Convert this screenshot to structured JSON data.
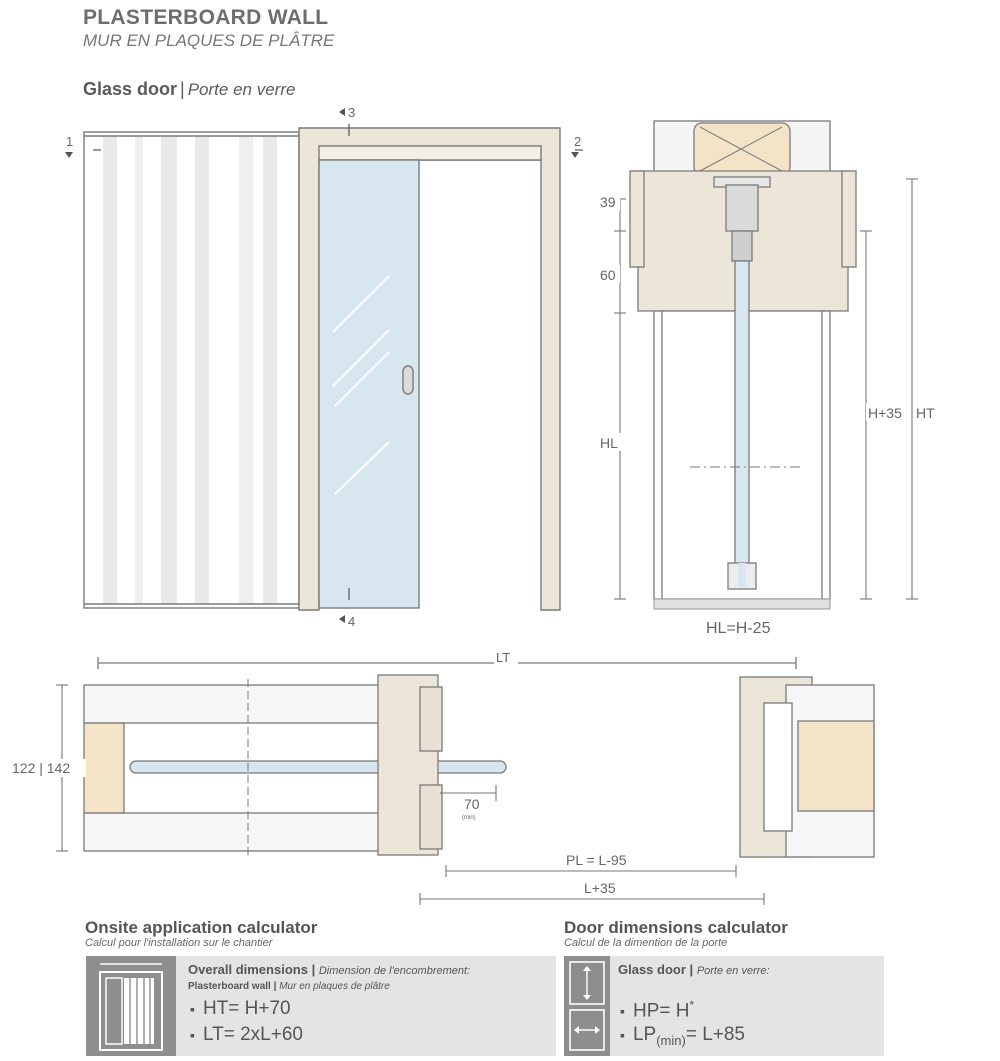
{
  "header": {
    "title": "PLASTERBOARD WALL",
    "subtitle": "MUR EN PLAQUES DE PLÂTRE"
  },
  "section": {
    "title": "Glass door",
    "separator": "|",
    "subtitle": "Porte en verre"
  },
  "elevation": {
    "marker_1": "1",
    "marker_2": "2",
    "marker_3": "3",
    "marker_4": "4"
  },
  "section_view": {
    "dim_39": "39",
    "dim_60": "60",
    "dim_hl": "HL",
    "dim_h35": "H+35",
    "dim_ht": "HT",
    "bottom_label": "HL=H-25"
  },
  "plan_view": {
    "dim_lt": "LT",
    "dim_depth": "122 | 142",
    "dim_70": "70",
    "dim_70_note": "(min)",
    "dim_pl": "PL = L-95",
    "dim_l35": "L+35"
  },
  "calc_onsite": {
    "title": "Onsite application calculator",
    "subtitle": "Calcul pour l'installation sur le chantier",
    "panel_title": "Overall dimensions",
    "panel_sep": "|",
    "panel_title_fr": "Dimension de l'encombrement:",
    "panel_line2": "Plasterboard wall",
    "panel_line2_sep": "|",
    "panel_line2_fr": "Mur en plaques de plâtre",
    "bullet": "▪",
    "formula_1": "HT= H+70",
    "formula_2": "LT= 2xL+60"
  },
  "calc_door": {
    "title": "Door dimensions calculator",
    "subtitle": "Calcul de la dimention de la porte",
    "panel_title": "Glass door",
    "panel_sep": "|",
    "panel_title_fr": "Porte en verre:",
    "bullet": "▪",
    "formula_1": "HP= H",
    "formula_1_sup": "*",
    "formula_2_pre": "LP",
    "formula_2_sub": "(min)",
    "formula_2_post": "= L+85"
  },
  "colors": {
    "frame": "#ece6d9",
    "stroke": "#7a7a7a",
    "glass": "#d8e6f0",
    "panel": "#e4e4e4",
    "icon_bg": "#8e8e8e",
    "insulation": "#f3e4c8"
  }
}
